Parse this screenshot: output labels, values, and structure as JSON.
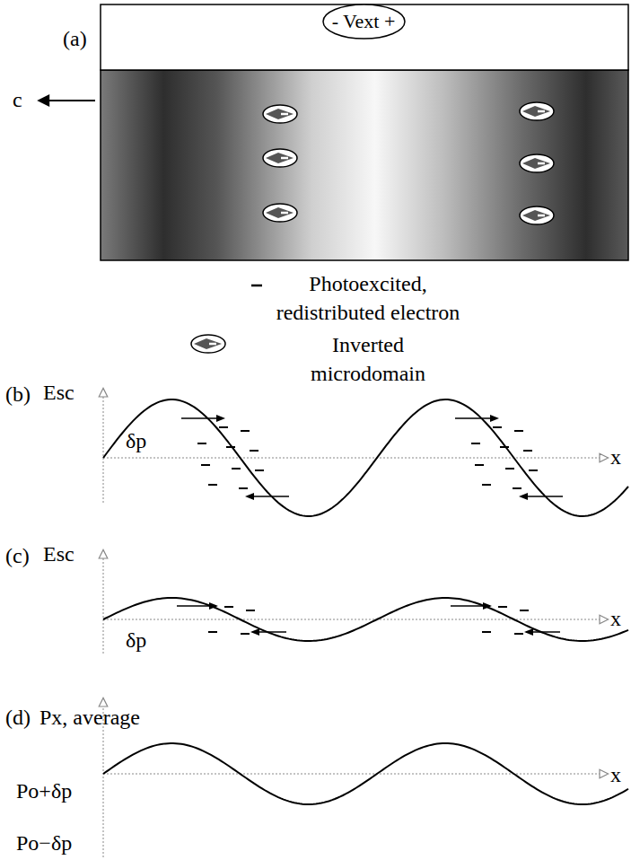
{
  "diagram": {
    "nodes": [
      {
        "text": [
          "- Vext +"
        ]
      }
    ],
    "labels": [
      "(a)",
      "c",
      "(b)",
      "Esc",
      "δp",
      "x",
      "(c)",
      "Esc",
      "δp",
      "x",
      "(d)",
      "Px, average",
      "Po+δp",
      "Po−δp",
      "x"
    ],
    "legend": [
      {
        "text": "Photoexcited, redistributed electron"
      },
      {
        "text": "Inverted microdomain"
      }
    ]
  }
}
